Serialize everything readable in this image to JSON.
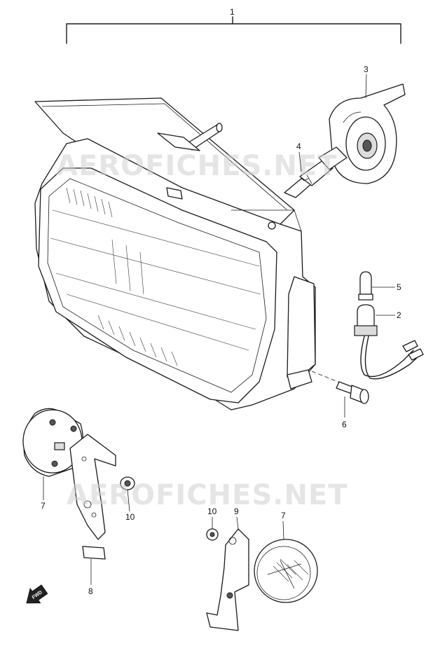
{
  "diagram": {
    "callouts": [
      {
        "id": "part-1",
        "label": "1"
      },
      {
        "id": "part-2",
        "label": "2"
      },
      {
        "id": "part-3",
        "label": "3"
      },
      {
        "id": "part-4",
        "label": "4"
      },
      {
        "id": "part-5",
        "label": "5"
      },
      {
        "id": "part-6",
        "label": "6"
      },
      {
        "id": "part-7-left",
        "label": "7"
      },
      {
        "id": "part-7-right",
        "label": "7"
      },
      {
        "id": "part-8",
        "label": "8"
      },
      {
        "id": "part-9",
        "label": "9"
      },
      {
        "id": "part-10-left",
        "label": "10"
      },
      {
        "id": "part-10-right",
        "label": "10"
      }
    ],
    "watermark": "AEROFICHES.NET",
    "fwd_badge": "FWD"
  }
}
